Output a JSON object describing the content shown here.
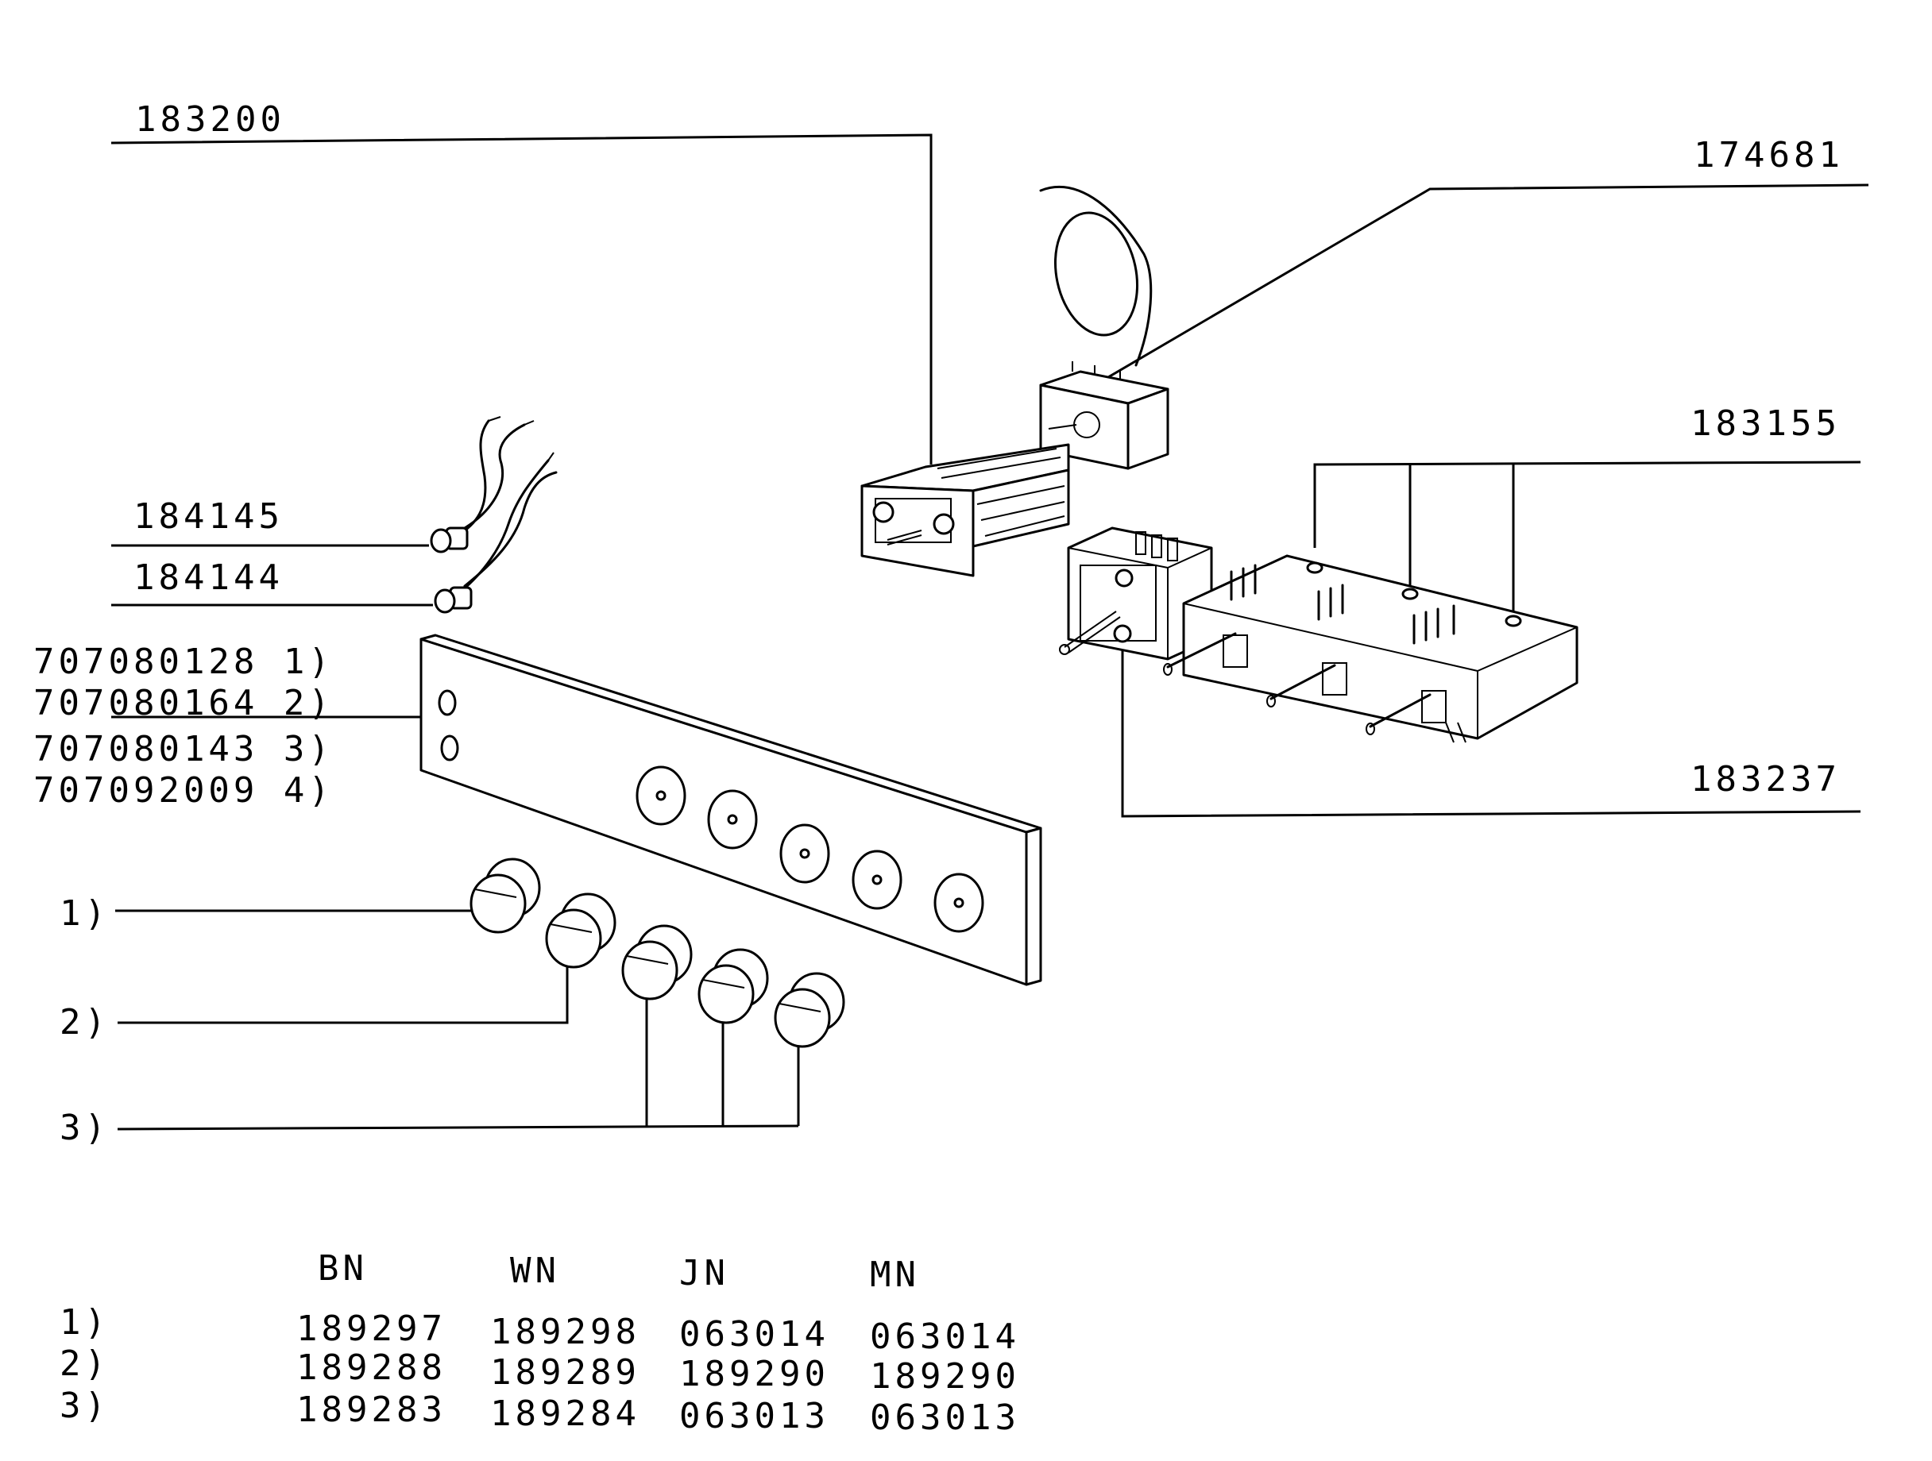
{
  "callouts": {
    "part_183200": "183200",
    "part_174681": "174681",
    "part_183155": "183155",
    "part_184145": "184145",
    "part_184144": "184144",
    "part_183237": "183237",
    "panel_line_1": "707080128 1)",
    "panel_line_2": "707080164 2)",
    "panel_line_3": "707080143 3)",
    "panel_line_4": "707092009 4)",
    "knob_1": "1)",
    "knob_2": "2)",
    "knob_3": "3)"
  },
  "table": {
    "headers": [
      "BN",
      "WN",
      "JN",
      "MN"
    ],
    "rows": [
      {
        "label": "1)",
        "values": [
          "189297",
          "189298",
          "063014",
          "063014"
        ]
      },
      {
        "label": "2)",
        "values": [
          "189288",
          "189289",
          "189290",
          "189290"
        ]
      },
      {
        "label": "3)",
        "values": [
          "189283",
          "189284",
          "063013",
          "063013"
        ]
      }
    ]
  }
}
